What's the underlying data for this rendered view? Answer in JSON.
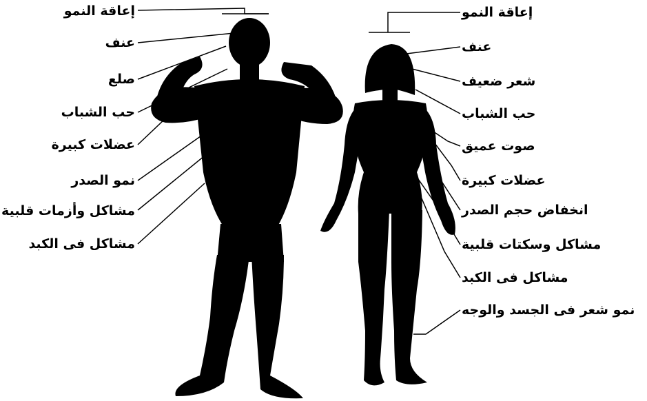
{
  "colors": {
    "silhouette": "#000000",
    "background": "#ffffff",
    "leader": "#000000"
  },
  "male": {
    "labels": [
      "إعاقة النمو",
      "عنف",
      "صلع",
      "حب الشباب",
      "عضلات كبيرة",
      "نمو الصدر",
      "مشاكل وأزمات قلبية",
      "مشاكل فى الكبد"
    ]
  },
  "female": {
    "labels": [
      "إعاقة النمو",
      "عنف",
      "شعر ضعيف",
      "حب الشباب",
      "صوت عميق",
      "عضلات كبيرة",
      "انخفاض حجم الصدر",
      "مشاكل وسكتات قلبية",
      "مشاكل فى الكبد",
      "نمو شعر فى الجسد والوجه"
    ]
  }
}
